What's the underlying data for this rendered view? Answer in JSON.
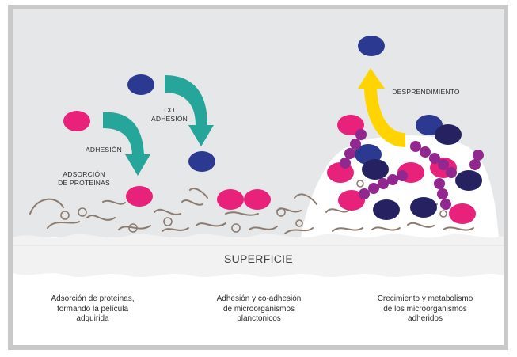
{
  "labels": {
    "adsorcion": "ADSORCIÓN\nDE PROTEINAS",
    "adhesion": "ADHESIÓN",
    "coadhesion": "CO\nADHESIÓN",
    "desprendimiento": "DESPRENDIMIENTO",
    "superficie": "SUPERFICIE"
  },
  "captions": {
    "stage1": "Adsorción de proteinas,\nformando la película\nadquirida",
    "stage2": "Adhesión y co-adhesión\nde microorganismos\nplanctonicos",
    "stage3": "Crecimiento y metabolismo\nde los microorganismos\nadheridos"
  },
  "colors": {
    "background_panel": "#e6e7e8",
    "surface": "#f2f2f2",
    "pink": "#e8217a",
    "navy": "#2b3990",
    "dark_navy": "#262262",
    "purple": "#92278f",
    "teal": "#26a69a",
    "yellow": "#ffd400",
    "protein": "#8b7b70"
  }
}
